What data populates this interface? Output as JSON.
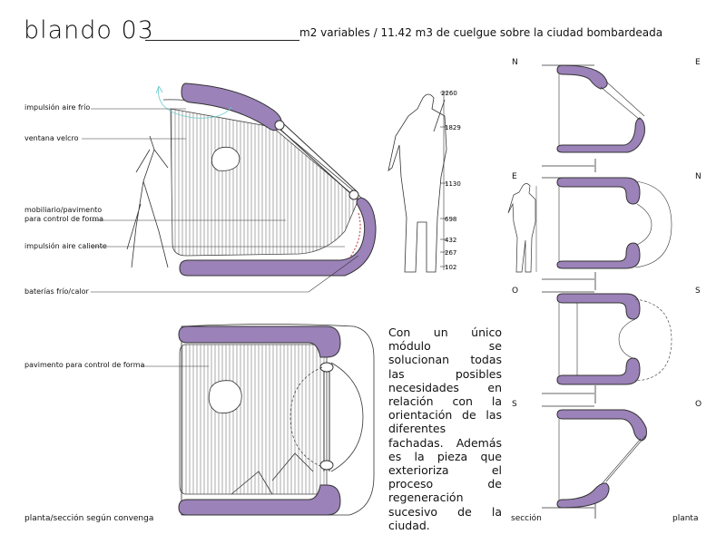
{
  "header": {
    "title": "blando 03",
    "subtitle": "m2 variables / 11.42 m3 de cuelgue sobre la ciudad bombardeada"
  },
  "annotations": {
    "impulsion_frio": "impulsión aire frío",
    "ventana": "ventana velcro",
    "mobiliario_1": "mobiliario/pavimento",
    "mobiliario_2": "para control de forma",
    "impulsion_caliente": "impulsión aire caliente",
    "baterias": "baterías frío/calor",
    "pavimento": "pavimento para control de forma",
    "planta_seccion": "planta/sección según convenga"
  },
  "modulor_dims": [
    "2260",
    "1829",
    "1130",
    "698",
    "432",
    "267",
    "102"
  ],
  "paragraph": "Con un único módulo se solucionan todas las posibles necesidades en relación con la orientación de las diferentes fachadas. Además es la pieza que exterioriza el proceso de regeneración sucesivo de la ciudad.",
  "orientations": {
    "row1_left": "N",
    "row1_right": "E",
    "row2_left": "E",
    "row2_right": "N",
    "row3_left": "O",
    "row3_right": "S",
    "row4_left": "S",
    "row4_right": "O"
  },
  "footer": {
    "seccion": "sección",
    "planta": "planta"
  },
  "colors": {
    "accent_purple": "#9b82b8",
    "accent_purple_dark": "#7e64a0",
    "line": "#222222"
  }
}
